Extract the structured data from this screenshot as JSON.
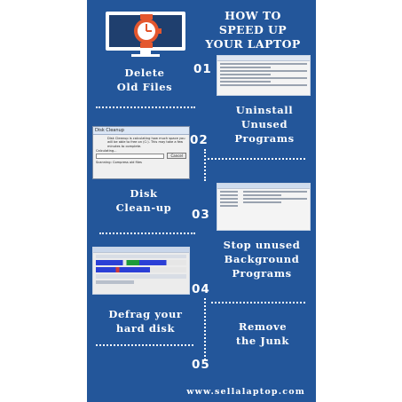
{
  "title": {
    "line1": "HOW TO",
    "line2": "SPEED UP",
    "line3": "YOUR LAPTOP"
  },
  "steps": [
    {
      "number": "01",
      "line1": "Delete",
      "line2": "Old Files"
    },
    {
      "number": "02",
      "line1": "Uninstall",
      "line2": "Unused",
      "line3": "Programs"
    },
    {
      "number": "03",
      "line1": "Disk",
      "line2": "Clean-up"
    },
    {
      "number": "04",
      "line1": "Stop unused",
      "line2": "Background",
      "line3": "Programs"
    },
    {
      "number": "05",
      "line1": "Defrag your",
      "line2": "hard disk"
    },
    {
      "line1": "Remove",
      "line2": "the Junk"
    }
  ],
  "dialog": {
    "title": "Disk Cleanup",
    "message": "Disk Cleanup is calculating how much space you will be able to free on (C:). This may take a few minutes to complete.",
    "calculating_label": "Calculating...",
    "cancel_label": "Cancel",
    "scanning_label": "Scanning:",
    "scanning_value": "Compress old files"
  },
  "footer": "www.sellalaptop.com",
  "colors": {
    "background": "#23569a",
    "text": "#ffffff",
    "clock": "#e4572e"
  },
  "icons": [
    "monitor-icon",
    "clock-icon"
  ]
}
